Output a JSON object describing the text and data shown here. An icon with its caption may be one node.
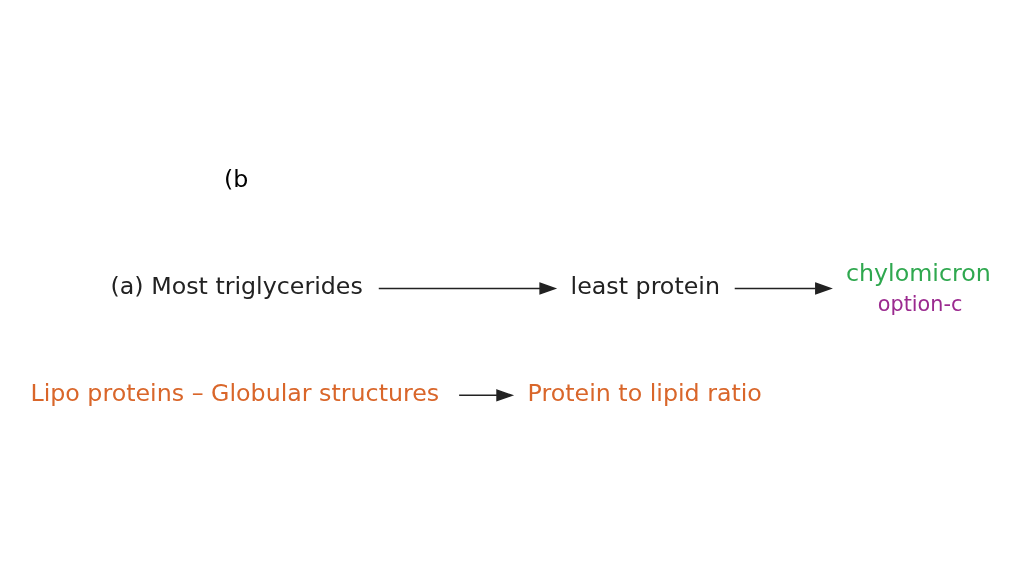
{
  "diagram": {
    "nodes": [
      {
        "text": [
          "Lipo proteins – Globular structures"
        ]
      },
      {
        "text": [
          "Protein to lipid ratio"
        ]
      },
      {
        "text": [
          "(a) Most triglycerides"
        ]
      },
      {
        "text": [
          "least protein"
        ]
      },
      {
        "text": [
          "chylomicron"
        ],
        "beside": [
          "option-c"
        ]
      }
    ],
    "edges": [
      {
        "from": 0,
        "to": 1,
        "arrow": "to"
      },
      {
        "from": 2,
        "to": 3,
        "arrow": "to"
      },
      {
        "from": 3,
        "to": 4,
        "arrow": "to"
      }
    ],
    "labels": [
      "(b"
    ]
  }
}
